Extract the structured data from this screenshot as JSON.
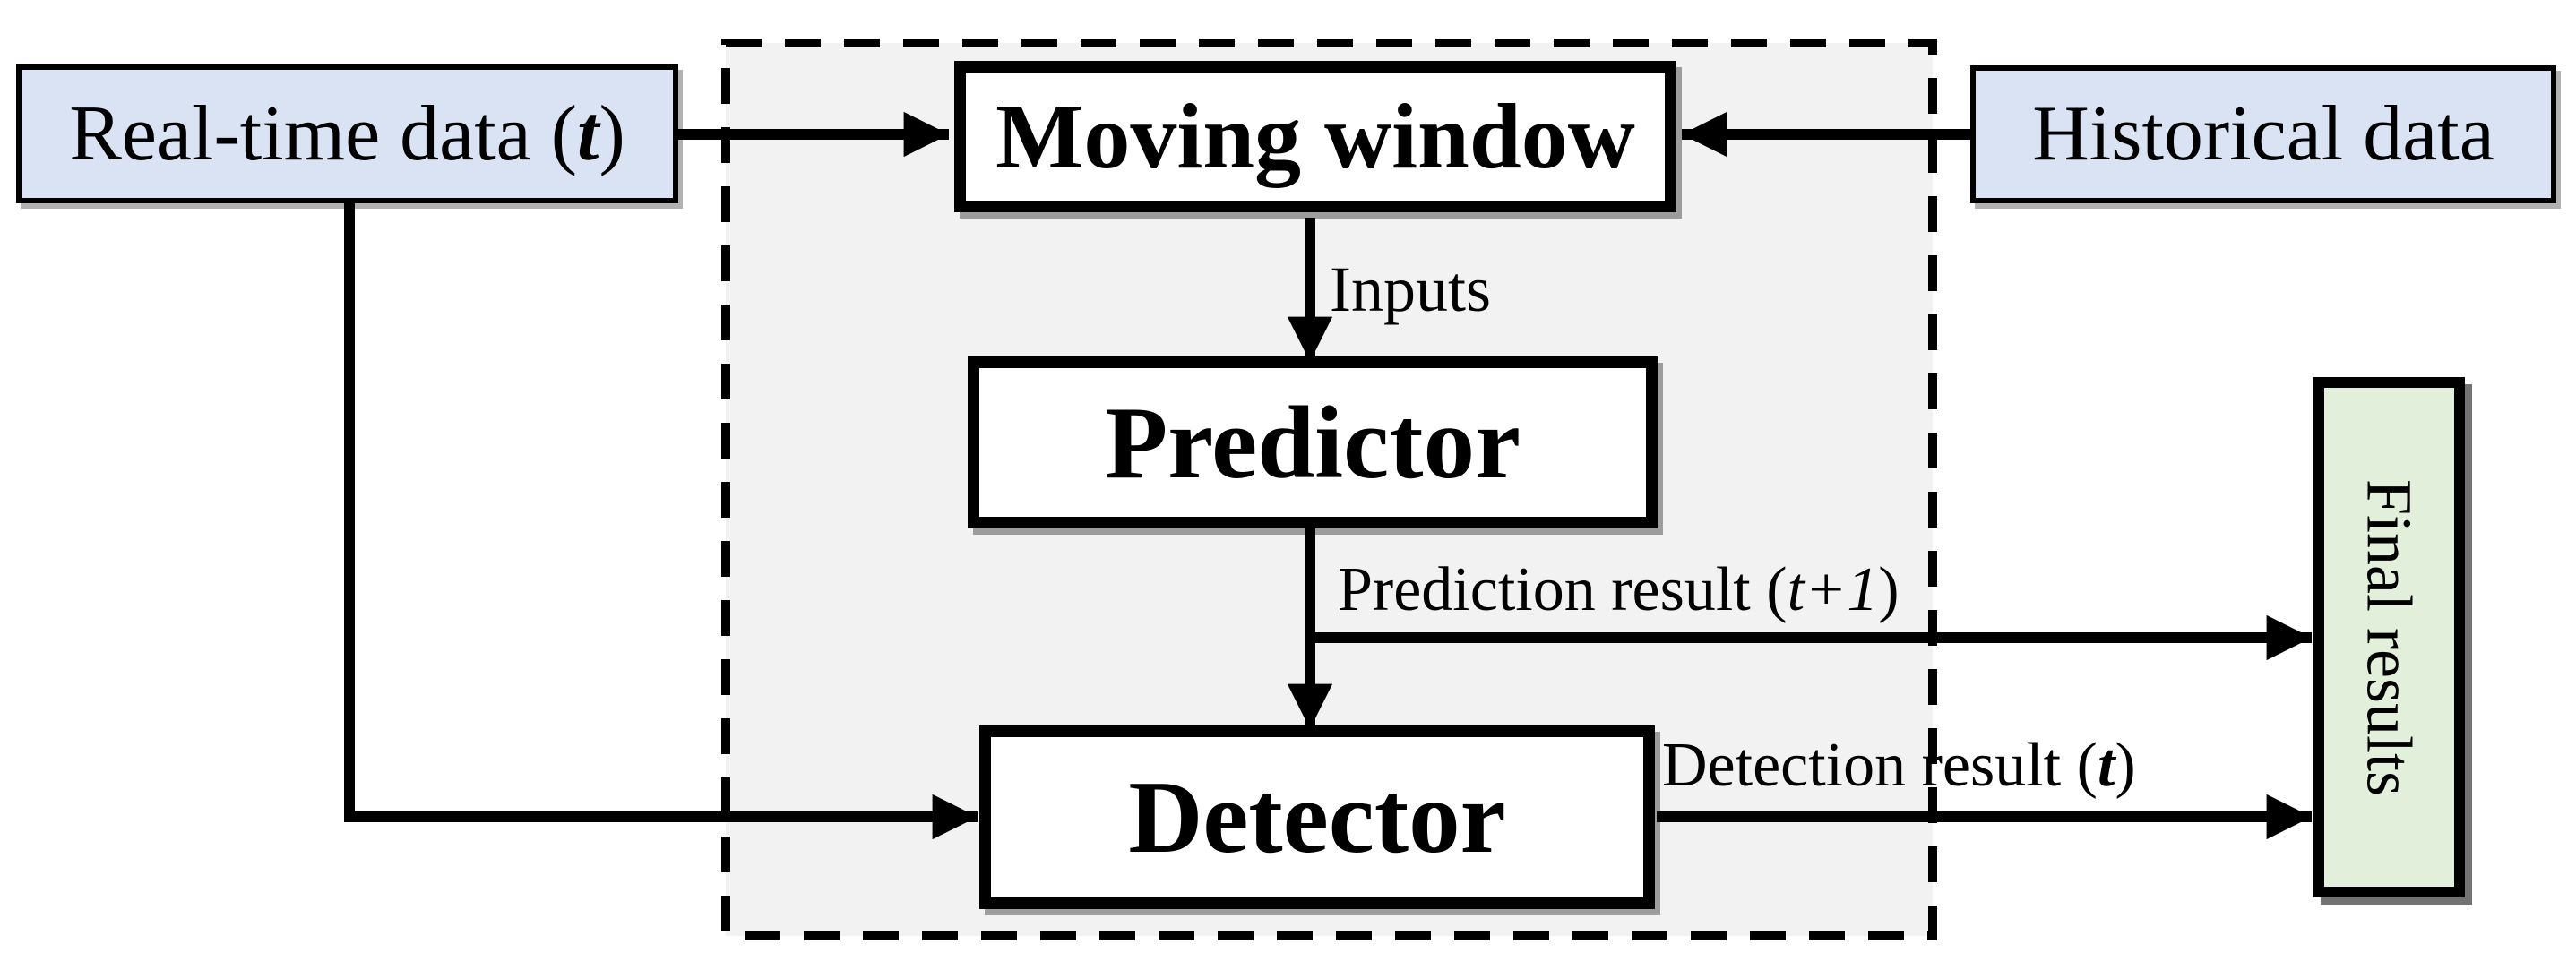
{
  "diagram": {
    "boxes": {
      "realtime": {
        "prefix": "Real-time data (",
        "emphasis": "t",
        "suffix": ")"
      },
      "historical": {
        "label": "Historical data"
      },
      "moving_window": {
        "label": "Moving window"
      },
      "predictor": {
        "label": "Predictor"
      },
      "detector": {
        "label": "Detector"
      },
      "final_results": {
        "label": "Final results"
      }
    },
    "edge_labels": {
      "inputs": {
        "label": "Inputs"
      },
      "prediction": {
        "prefix": "Prediction result (",
        "emphasis": "t+1",
        "suffix": ")"
      },
      "detection": {
        "prefix": "Detection result (",
        "emphasis": "t",
        "suffix": ")"
      }
    },
    "edges": [
      "realtime -> moving_window",
      "historical -> moving_window",
      "moving_window -> predictor (Inputs)",
      "predictor -> detector",
      "predictor -> final_results (Prediction result (t+1))",
      "realtime -> detector",
      "detector -> final_results (Detection result (t))"
    ],
    "colors": {
      "data_box_blue": "#dae3f3",
      "final_box_green": "#e2efda",
      "container_gray": "#f2f2f2",
      "stroke_black": "#000000"
    }
  }
}
